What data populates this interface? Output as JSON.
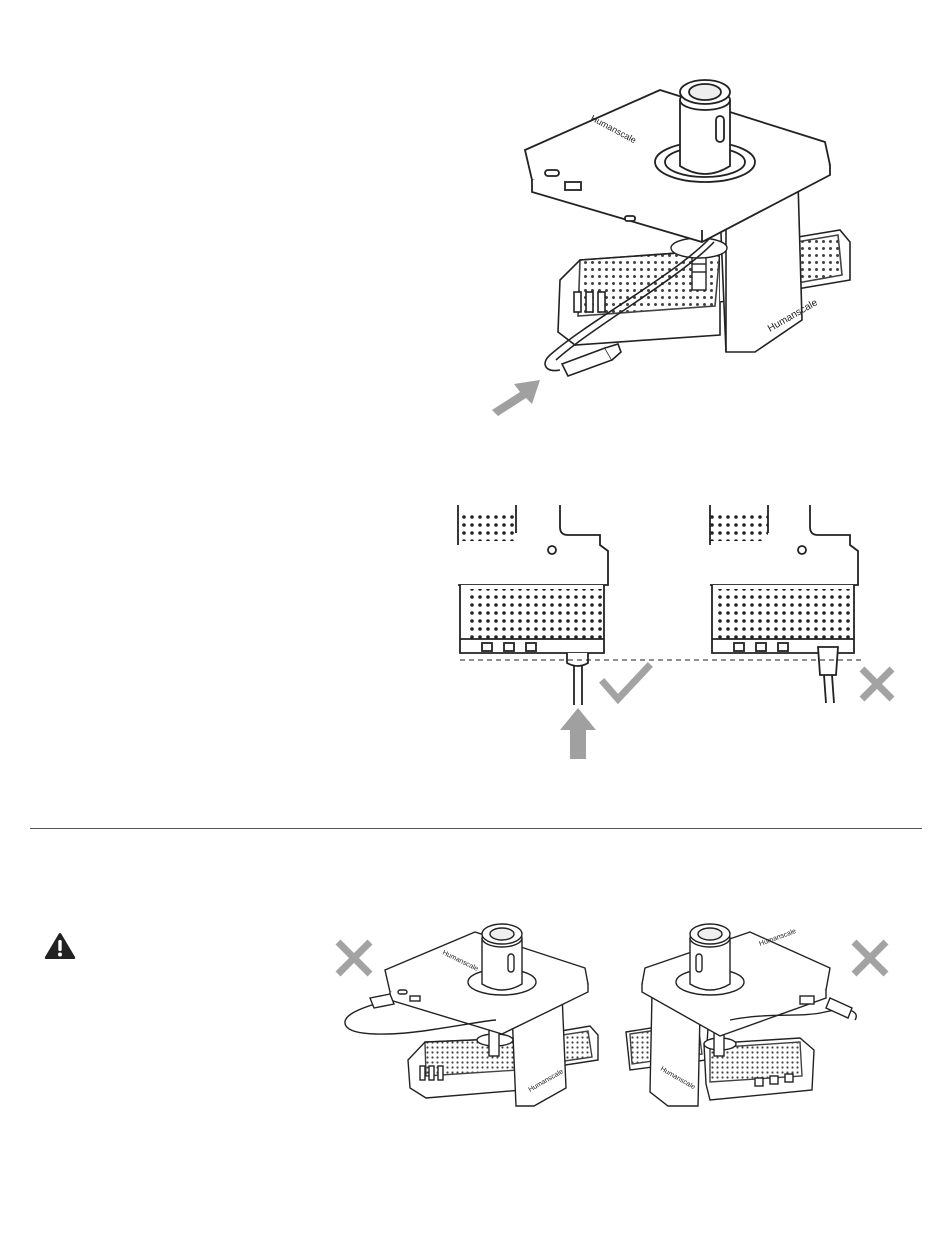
{
  "labels": {
    "brand_hub_top": "Humanscale",
    "brand_clamp": "Humanscale",
    "brand_hub_left": "Humanscale",
    "brand_hub_right": "Humanscale",
    "brand_clamp_right": "Humanscale"
  },
  "colors": {
    "line": "#222222",
    "arrow": "#a0a0a0",
    "mark": "#a3a3a3",
    "warning": "#222222"
  },
  "icons": {
    "insert_arrow": "arrow-right-icon",
    "push_arrow": "arrow-up-icon",
    "correct": "check-icon",
    "wrong": "cross-icon",
    "warning": "warning-triangle-icon"
  }
}
